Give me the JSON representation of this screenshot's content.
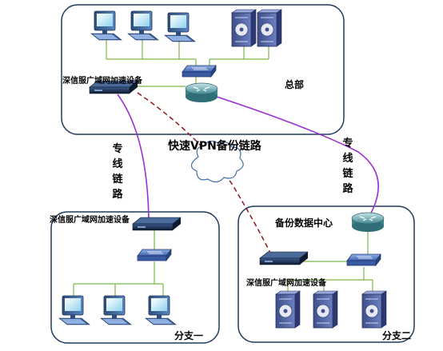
{
  "labels": {
    "hq_device": "深信服广域网加速设备",
    "hq_name": "总部",
    "vpn_backup": "快速VPN备份链路",
    "dedicated_left": "专线链路",
    "dedicated_right": "专线链路",
    "branch1_device": "深信服广域网加速设备",
    "branch1_name": "分支一",
    "branch2_dc": "备份数据中心",
    "branch2_device": "深信服广域网加速设备",
    "branch2_name": "分支二"
  },
  "colors": {
    "box_border": "#1f3a5f",
    "dedicated_line": "#9b30d0",
    "vpn_line": "#8b1a1a",
    "lan_line": "#7ab648",
    "device_body": "#1a2a4a",
    "switch_body": "#4a6fb5"
  },
  "icons": [
    "computer-icon",
    "server-icon",
    "switch-icon",
    "router-icon",
    "wan-accelerator-icon",
    "cloud-icon"
  ]
}
